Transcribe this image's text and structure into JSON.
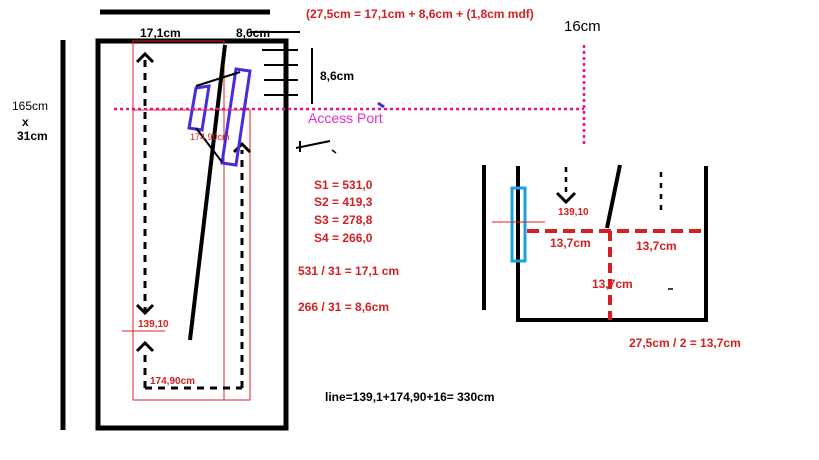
{
  "colors": {
    "ink": "#000000",
    "dimension_red": "#d42020",
    "guide_magenta": "#e6158c",
    "piece_purple": "#4a2bdc",
    "piece_cyan": "#1aa0e0",
    "thin_red": "#e02020"
  },
  "left_view": {
    "size_label": "165cm",
    "size_x": "x",
    "size_depth": "31cm",
    "top_width_a": "17,1cm",
    "top_width_b": "8,6cm",
    "slot_depth": "8,6cm",
    "inner_small": "174,90cm",
    "bottom_mark": "139,10",
    "bottom_width": "174,90cm"
  },
  "annotations": {
    "header_formula": "(27,5cm = 17,1cm + 8,6cm + (1,8cm mdf)",
    "access_port": "Access Port",
    "s1": "S1 = 531,0",
    "s2": "S2 = 419,3",
    "s3": "S3 = 278,8",
    "s4": "S4 = 266,0",
    "calc1": "531 / 31 = 17,1 cm",
    "calc2": "266 / 31 =  8,6cm",
    "line_total": "line=139,1+174,90+16= 330cm"
  },
  "right_view": {
    "top_label": "16cm",
    "mark": "139,10",
    "left_dim": "13,7cm",
    "right_dim": "13,7cm",
    "vert_dim": "13,7cm",
    "half_formula": "27,5cm / 2 = 13,7cm"
  }
}
